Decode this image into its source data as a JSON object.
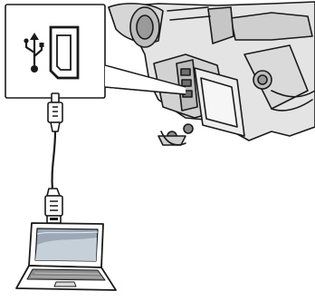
{
  "diagram": {
    "callout": {
      "usb_symbol_icon": "usb-trident-symbol",
      "port_icon": "mini-usb-port"
    },
    "devices": {
      "camcorder": "camcorder-illustration",
      "computer": "laptop-illustration"
    },
    "cable": {
      "connector_small": "mini-usb-plug",
      "connector_large": "usb-a-plug"
    },
    "colors": {
      "line": "#1a1a1a",
      "camera_light": "#ececec",
      "camera_mid": "#cfcfcf",
      "camera_dark": "#8c8c8c",
      "screen": "#9aa9b5"
    }
  }
}
